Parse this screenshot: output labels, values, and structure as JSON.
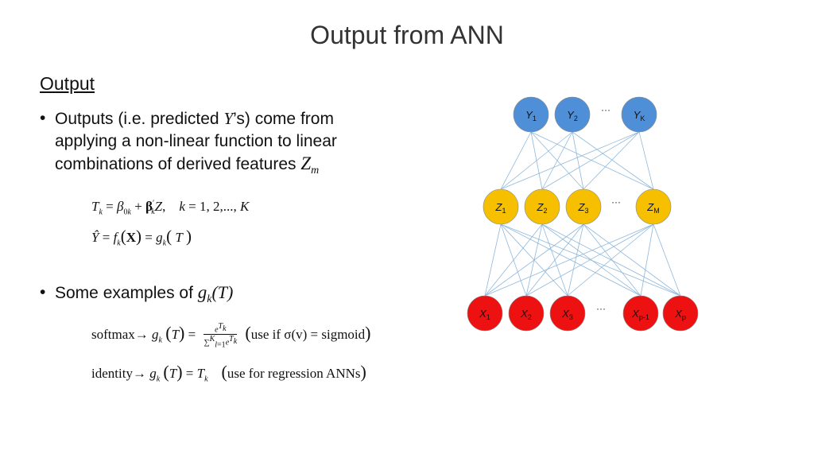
{
  "slide": {
    "title": "Output from ANN",
    "section_heading": "Output",
    "bullet1": {
      "text": "Outputs (i.e. predicted ",
      "symbol": "Y",
      "rest_line1": "’s) come from",
      "line2": "applying a non-linear function to linear",
      "line3": "combinations of derived features ",
      "line3_symbol": "Z",
      "line3_sub": "m"
    },
    "equations": {
      "eq1": "T_k = β_0k + β_k' Z,   k = 1, 2, ..., K",
      "eq2": "Ŷ = f_k(X) = g_k(T)"
    },
    "bullet2": {
      "text": "Some examples of ",
      "symbol": "g",
      "sub": "k",
      "arg": "(T)"
    },
    "examples": {
      "softmax_label": "softmax",
      "softmax_note": "use if σ(v) = sigmoid",
      "identity_label": "identity",
      "identity_note": "use for regression ANNs"
    }
  },
  "network": {
    "ellipsis": "···",
    "colors": {
      "output": "#4e8fd8",
      "hidden": "#f6c000",
      "input": "#ee1111",
      "edge": "#8fb8dc",
      "stroke": "#ffffff"
    },
    "output_nodes": [
      "Y1",
      "Y2",
      "YK"
    ],
    "hidden_nodes": [
      "Z1",
      "Z2",
      "Z3",
      "ZM"
    ],
    "input_nodes": [
      "X1",
      "X2",
      "X3",
      "Xp-1",
      "Xp"
    ]
  }
}
